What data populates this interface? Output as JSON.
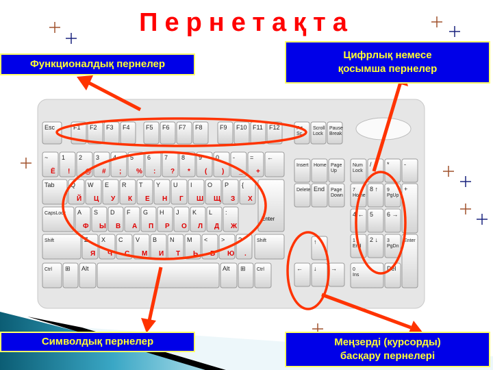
{
  "slide": {
    "title": "Пернетақта",
    "labels": {
      "functional": "Функционалдық пернелер",
      "numeric_line1": "Цифрлық немесе",
      "numeric_line2": "қосымша пернелер",
      "symbol": "Символдық пернелер",
      "cursor_line1": "Меңзерді (курсорды)",
      "cursor_line2": "басқару пернелері"
    },
    "colors": {
      "title": "#ff0000",
      "label_bg": "#0000e8",
      "label_text": "#ffff33",
      "highlight": "#ff3300"
    }
  },
  "keyboard": {
    "fn_row": [
      "Esc",
      "F1",
      "F2",
      "F3",
      "F4",
      "F5",
      "F6",
      "F7",
      "F8",
      "F9",
      "F10",
      "F11",
      "F12",
      "Prt Sc",
      "Scroll Lock",
      "Pause Break"
    ],
    "row1": [
      [
        "~",
        "Ё"
      ],
      [
        "1",
        "!"
      ],
      [
        "2",
        "@"
      ],
      [
        "3",
        "#"
      ],
      [
        "4",
        ";"
      ],
      [
        "5",
        "%"
      ],
      [
        "6",
        ":"
      ],
      [
        "7",
        "?"
      ],
      [
        "8",
        "*"
      ],
      [
        "9",
        "("
      ],
      [
        "0",
        ")"
      ],
      [
        "-",
        "_"
      ],
      [
        "=",
        "+"
      ],
      [
        "←",
        ""
      ]
    ],
    "row2": [
      [
        "Tab",
        ""
      ],
      [
        "Q",
        "Й"
      ],
      [
        "W",
        "Ц"
      ],
      [
        "E",
        "У"
      ],
      [
        "R",
        "К"
      ],
      [
        "T",
        "Е"
      ],
      [
        "Y",
        "Н"
      ],
      [
        "U",
        "Г"
      ],
      [
        "I",
        "Ш"
      ],
      [
        "O",
        "Щ"
      ],
      [
        "P",
        "З"
      ],
      [
        "{",
        "Х"
      ]
    ],
    "row3": [
      [
        "CapsLock",
        ""
      ],
      [
        "A",
        "Ф"
      ],
      [
        "S",
        "Ы"
      ],
      [
        "D",
        "В"
      ],
      [
        "F",
        "А"
      ],
      [
        "G",
        "П"
      ],
      [
        "H",
        "Р"
      ],
      [
        "J",
        "О"
      ],
      [
        "K",
        "Л"
      ],
      [
        "L",
        "Д"
      ],
      [
        ":",
        "Ж"
      ],
      [
        "Enter",
        ""
      ]
    ],
    "row4": [
      [
        "Shift",
        ""
      ],
      [
        "Z",
        "Я"
      ],
      [
        "X",
        "Ч"
      ],
      [
        "C",
        "С"
      ],
      [
        "V",
        "М"
      ],
      [
        "B",
        "И"
      ],
      [
        "N",
        "Т"
      ],
      [
        "M",
        "Ь"
      ],
      [
        "<",
        "Б"
      ],
      [
        ">",
        "Ю"
      ],
      [
        "?",
        "."
      ],
      [
        "Shift",
        ""
      ]
    ],
    "row5": [
      "Ctrl",
      "win",
      "Alt",
      "",
      "Alt",
      "win",
      "Ctrl"
    ],
    "nav": [
      "Insert",
      "Home",
      "Page Up",
      "Delete",
      "End",
      "Page Down",
      "↑",
      "←",
      "↓",
      "→"
    ],
    "numpad": [
      "Num Lock",
      "/",
      "*",
      "-",
      "7 Home",
      "8 ↑",
      "9 PgUp",
      "+",
      "4 ←",
      "5",
      "6 →",
      "1 End",
      "2 ↓",
      "3 PgDn",
      "Enter",
      "0 Ins",
      "Del"
    ]
  }
}
